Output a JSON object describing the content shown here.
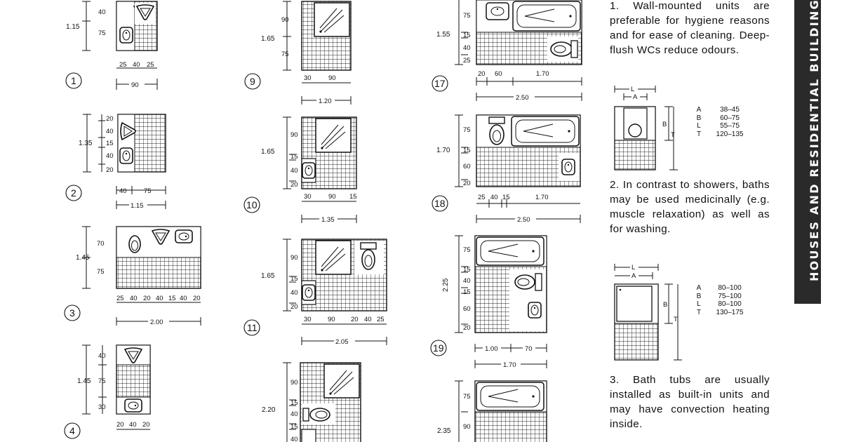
{
  "notes": {
    "p1": "1. Wall-mounted units are preferable for hygiene reasons and for ease of cleaning. Deep-flush WCs reduce odours.",
    "p2": "2. In contrast to showers, baths may be used medicinally (e.g. muscle relaxation) as well as for washing.",
    "p3": "3. Bath tubs are usually installed as built-in units and may have convection heating inside."
  },
  "sidebar": {
    "title": "HOUSES AND RESIDENTIAL BUILDING"
  },
  "fixture_tables": [
    {
      "rows": [
        {
          "key": "A",
          "value": "38–45"
        },
        {
          "key": "B",
          "value": "60–75"
        },
        {
          "key": "L",
          "value": "55–75"
        },
        {
          "key": "T",
          "value": "120–135"
        }
      ],
      "labels": {
        "l": "L",
        "a": "A",
        "b": "B",
        "t": "T"
      }
    },
    {
      "rows": [
        {
          "key": "A",
          "value": "80–100"
        },
        {
          "key": "B",
          "value": "75–100"
        },
        {
          "key": "L",
          "value": "80–100"
        },
        {
          "key": "T",
          "value": "130–175"
        }
      ],
      "labels": {
        "l": "L",
        "a": "A",
        "b": "B",
        "t": "T"
      }
    }
  ],
  "figures": {
    "f1": {
      "num": "1",
      "h": "1.15",
      "v": [
        "40",
        "75"
      ],
      "top": [
        "25",
        "40",
        "25"
      ],
      "w": "90"
    },
    "f2": {
      "num": "2",
      "h": "1.35",
      "v": [
        "20",
        "40",
        "15",
        "40",
        "20"
      ],
      "top": [
        "40",
        "75"
      ],
      "w": "1.15"
    },
    "f3": {
      "num": "3",
      "h": "1.45",
      "v": [
        "70",
        "75"
      ],
      "top": [
        "25",
        "40",
        "20",
        "40",
        "15",
        "40",
        "20"
      ],
      "w": "2.00"
    },
    "f4": {
      "num": "4",
      "h": "1.45",
      "v": [
        "40",
        "75",
        "30"
      ],
      "top": [
        "20",
        "40",
        "20"
      ]
    },
    "f9": {
      "num": "9",
      "h": "1.65",
      "v": [
        "90",
        "75"
      ],
      "top": [
        "30",
        "90"
      ],
      "w": "1.20"
    },
    "f10": {
      "num": "10",
      "h": "1.65",
      "v": [
        "90",
        "15",
        "40",
        "20"
      ],
      "top": [
        "30",
        "90",
        "15"
      ],
      "w": "1.35"
    },
    "f11": {
      "num": "11",
      "h": "1.65",
      "v": [
        "90",
        "15",
        "40",
        "20"
      ],
      "top": [
        "30",
        "90",
        "20",
        "40",
        "25"
      ],
      "w": "2.05"
    },
    "f12": {
      "h": "2.20",
      "v": [
        "90",
        "15",
        "40",
        "15",
        "40"
      ]
    },
    "f17": {
      "num": "17",
      "h": "1.55",
      "v": [
        "75",
        "15",
        "40",
        "25"
      ],
      "top": [
        "20",
        "60",
        "1.70"
      ],
      "w": "2.50"
    },
    "f18": {
      "num": "18",
      "h": "1.70",
      "v": [
        "75",
        "15",
        "60",
        "20"
      ],
      "top": [
        "25",
        "40",
        "15",
        "1.70"
      ],
      "w": "2.50"
    },
    "f19": {
      "num": "19",
      "h": "2.25",
      "v": [
        "75",
        "15",
        "40",
        "15",
        "60",
        "20"
      ],
      "top": [
        "1.00",
        "70"
      ],
      "w": "1.70"
    },
    "f20": {
      "h": "2.35",
      "v": [
        "75",
        "90"
      ]
    }
  }
}
